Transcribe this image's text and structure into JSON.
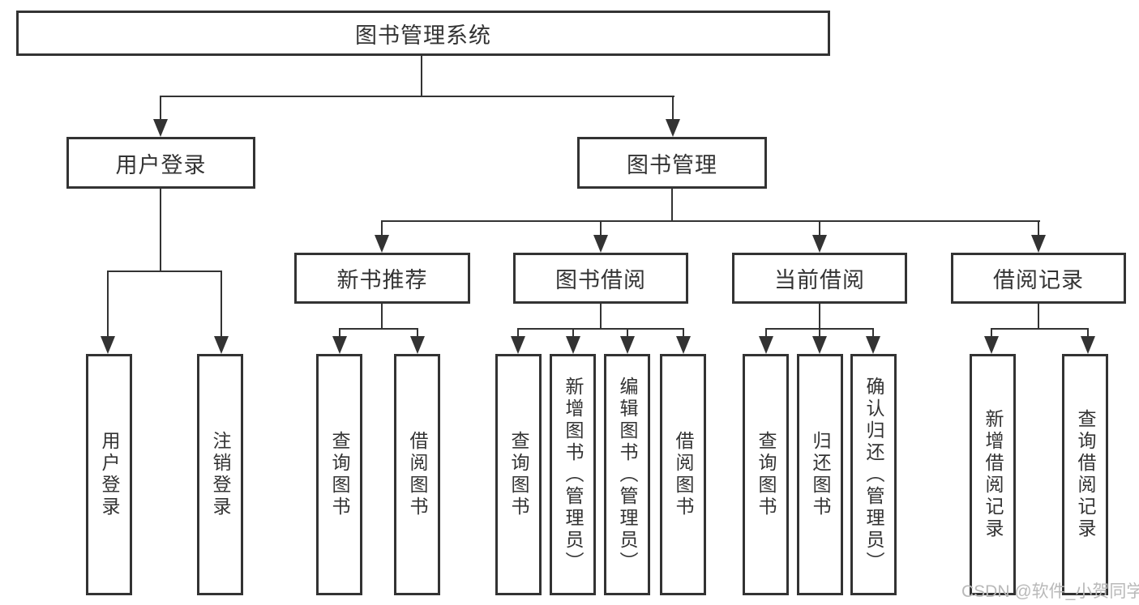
{
  "colors": {
    "line": "#333333",
    "node_border": "#333333",
    "text": "#333333",
    "node_bg": "#ffffff",
    "page_bg": "#ffffff",
    "watermark": "#b9b9b9"
  },
  "watermark": {
    "text": "CSDN @软件_小贺同学"
  },
  "diagram": {
    "type": "hierarchy-tree",
    "root": {
      "label": "图书管理系统"
    },
    "branches": [
      {
        "label": "用户登录",
        "children": [
          {
            "label": "用户登录"
          },
          {
            "label": "注销登录"
          }
        ]
      },
      {
        "label": "图书管理",
        "children": [
          {
            "label": "新书推荐",
            "children": [
              {
                "label": "查询图书"
              },
              {
                "label": "借阅图书"
              }
            ]
          },
          {
            "label": "图书借阅",
            "children": [
              {
                "label": "查询图书"
              },
              {
                "label": "新增图书（管理员）"
              },
              {
                "label": "编辑图书（管理员）"
              },
              {
                "label": "借阅图书"
              }
            ]
          },
          {
            "label": "当前借阅",
            "children": [
              {
                "label": "查询图书"
              },
              {
                "label": "归还图书"
              },
              {
                "label": "确认归还（管理员）"
              }
            ]
          },
          {
            "label": "借阅记录",
            "children": [
              {
                "label": "新增借阅记录"
              },
              {
                "label": "查询借阅记录"
              }
            ]
          }
        ]
      }
    ]
  }
}
